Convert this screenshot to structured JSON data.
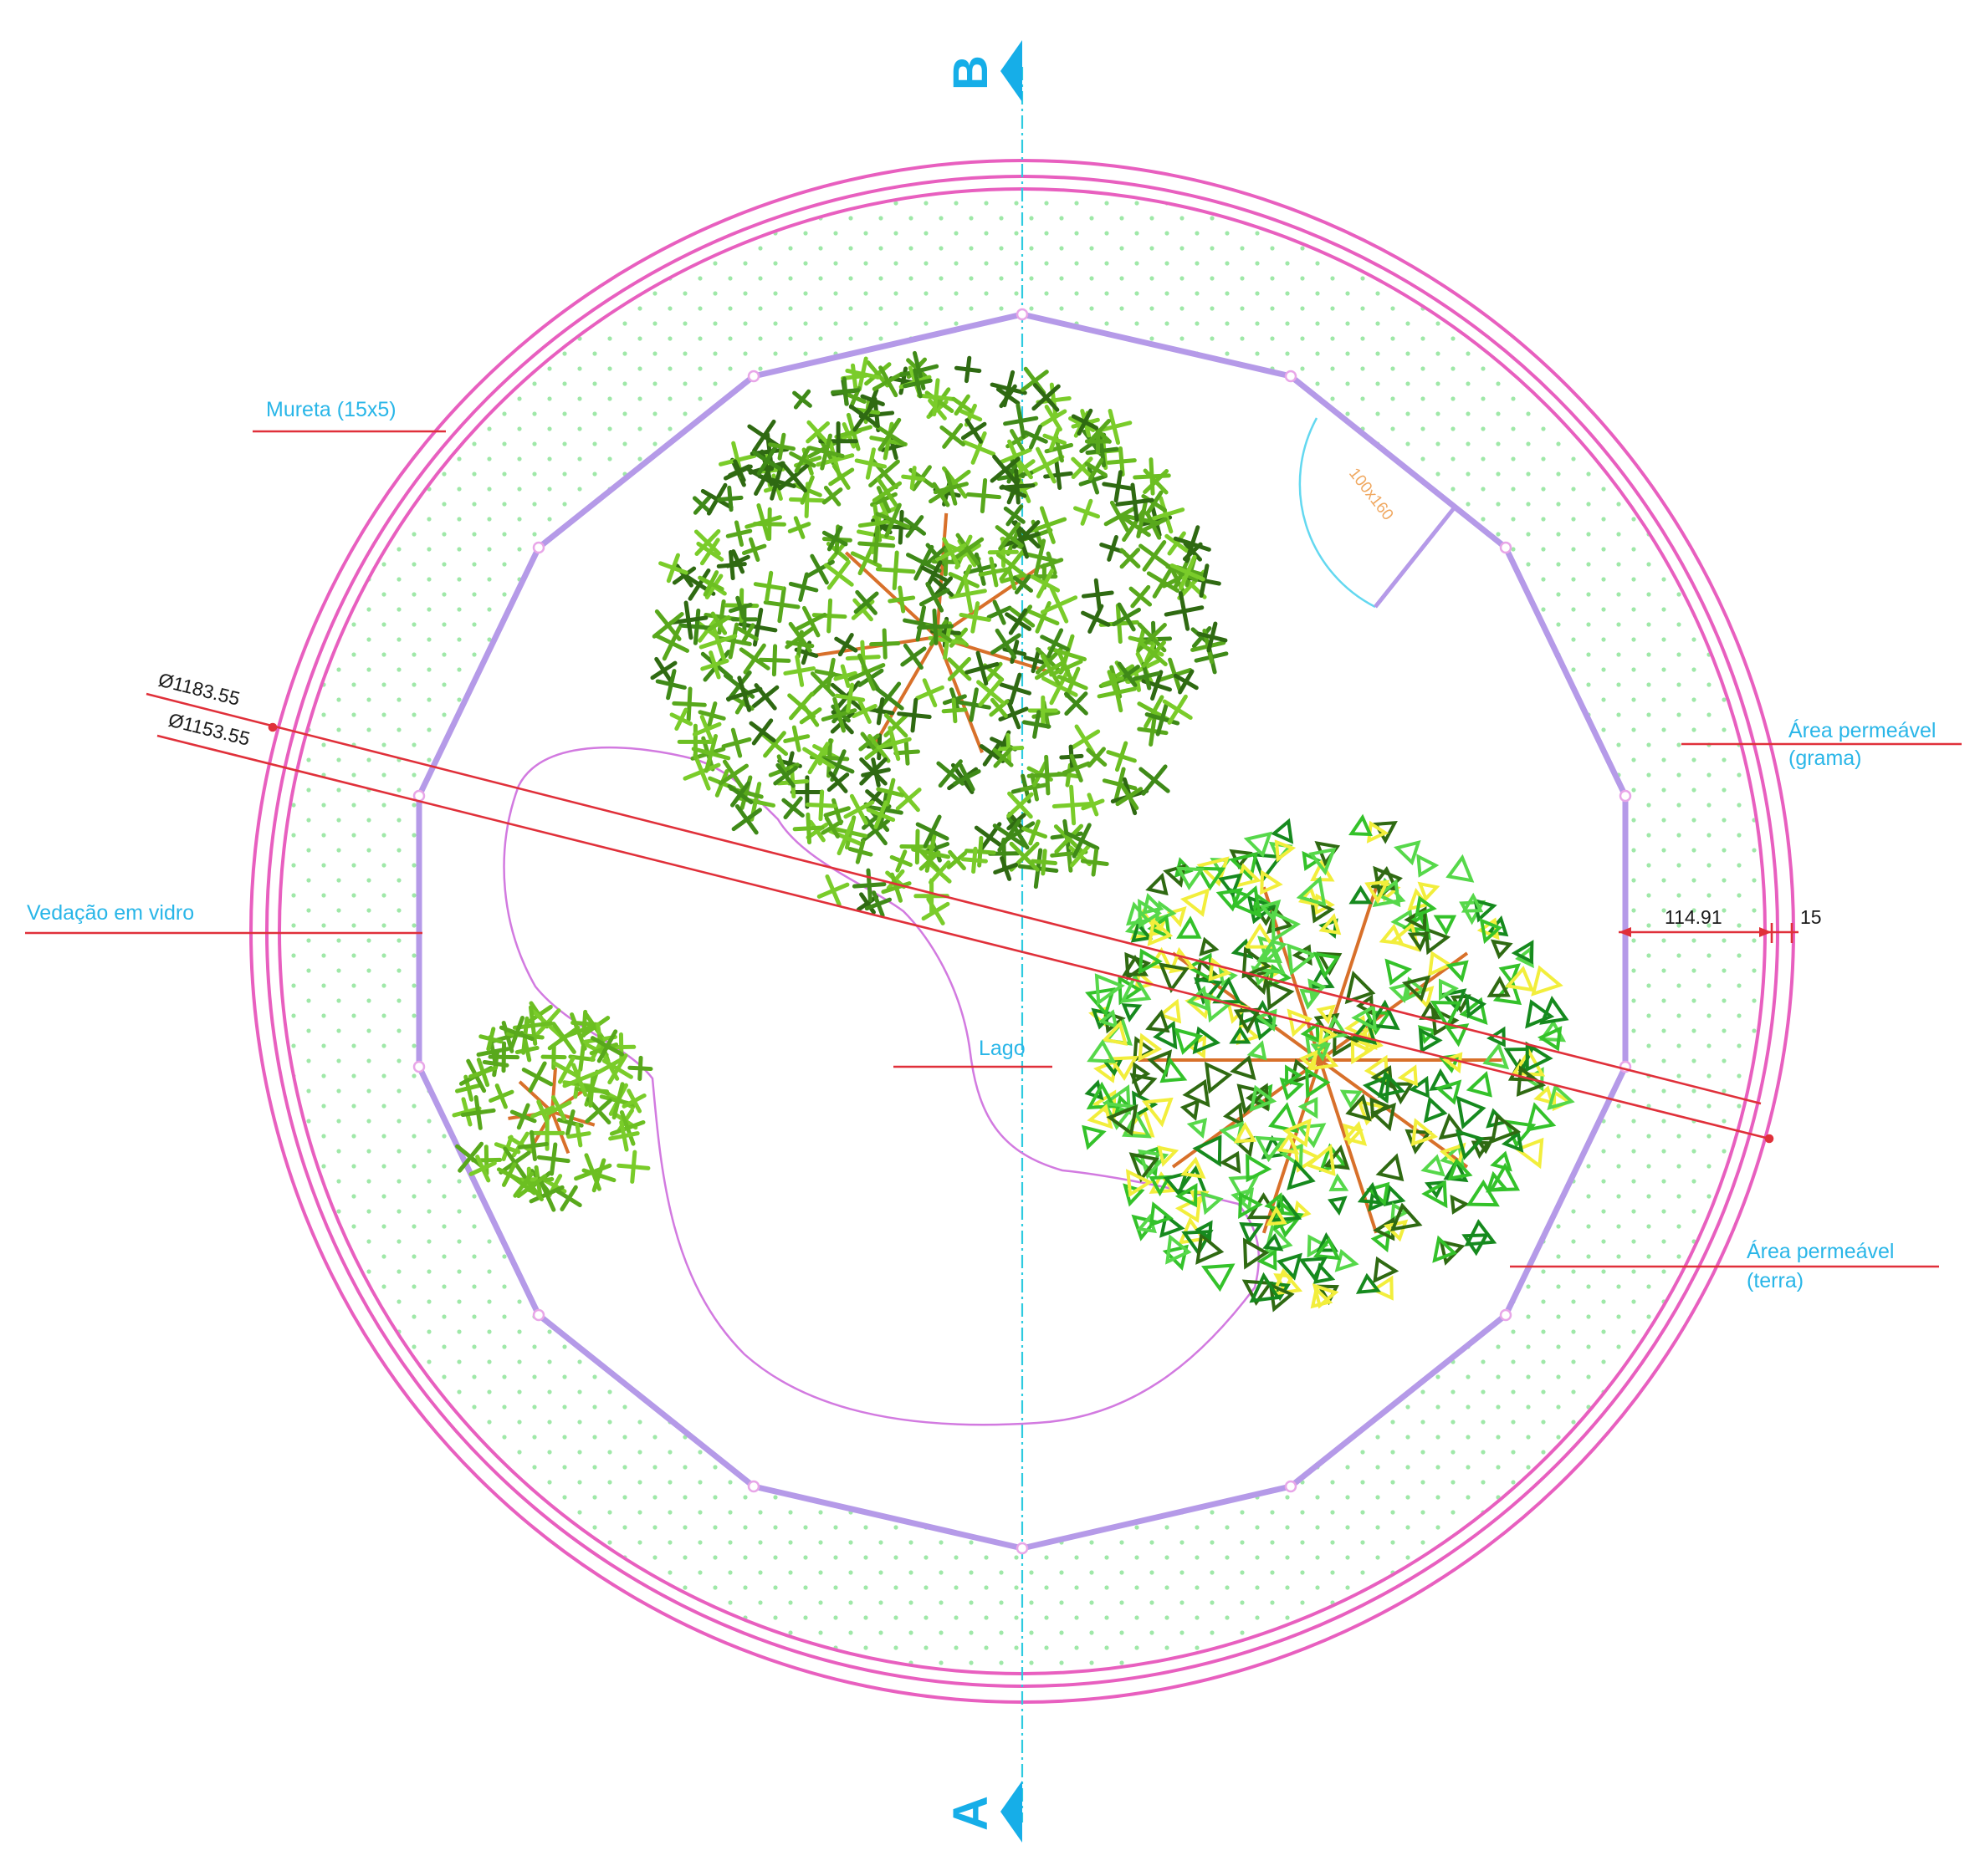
{
  "section_markers": {
    "top": "B",
    "bottom": "A"
  },
  "labels": {
    "mureta": "Mureta (15x5)",
    "vedacao": "Vedação em vidro",
    "lago": "Lago",
    "area_grama_line1": "Área permeável",
    "area_grama_line2": "(grama)",
    "area_terra_line1": "Área permeável",
    "area_terra_line2": "(terra)",
    "door": "100x160"
  },
  "dimensions": {
    "outer_diameter": "Ø1183.55",
    "inner_diameter": "Ø1153.55",
    "ring_width": "114.91",
    "wall_thickness": "15"
  },
  "colors": {
    "wall": "#e85fbf",
    "glass": "#b59ae8",
    "grass_dots": "#9fe8a8",
    "leader": "#e0303a",
    "axis": "#2ecbe0",
    "lake": "#d27ae0",
    "tree_dark": "#2f6a12",
    "tree_light": "#6cbf22",
    "tree_trunk": "#d8702a",
    "flower_yellow": "#f2ee3c"
  }
}
